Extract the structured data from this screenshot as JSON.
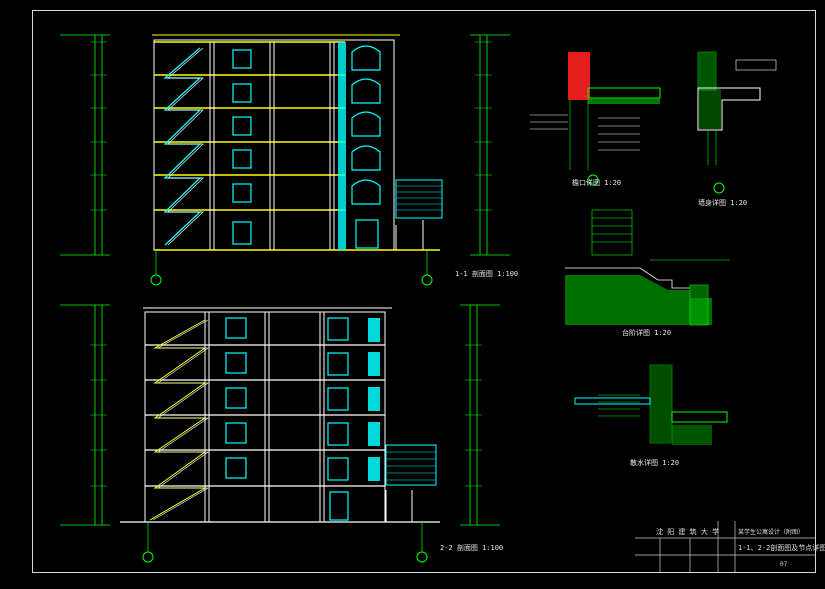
{
  "title_block": {
    "university": "沈 阳 建 筑 大 学",
    "project_name": "某学生公寓设计（附图）",
    "drawing_title": "1-1、2-2剖面图及节点详图",
    "sheet_number": "07"
  },
  "section_labels": {
    "section_1": "1-1 剖面图 1:100",
    "section_2": "2-2 剖面图 1:100"
  },
  "detail_labels": {
    "detail_a": "檐口详图 1:20",
    "detail_b": "墙身详图 1:20",
    "detail_c": "台阶详图 1:20",
    "detail_d": "散水详图 1:20"
  },
  "colors": {
    "background": "#000000",
    "frame": "#d8d8d8",
    "wall": "#ffffff",
    "window": "#00ffff",
    "stair": "#ffff00",
    "dimension": "#00ff00",
    "hatch": "#00cc00",
    "brick": "#ff2020"
  }
}
